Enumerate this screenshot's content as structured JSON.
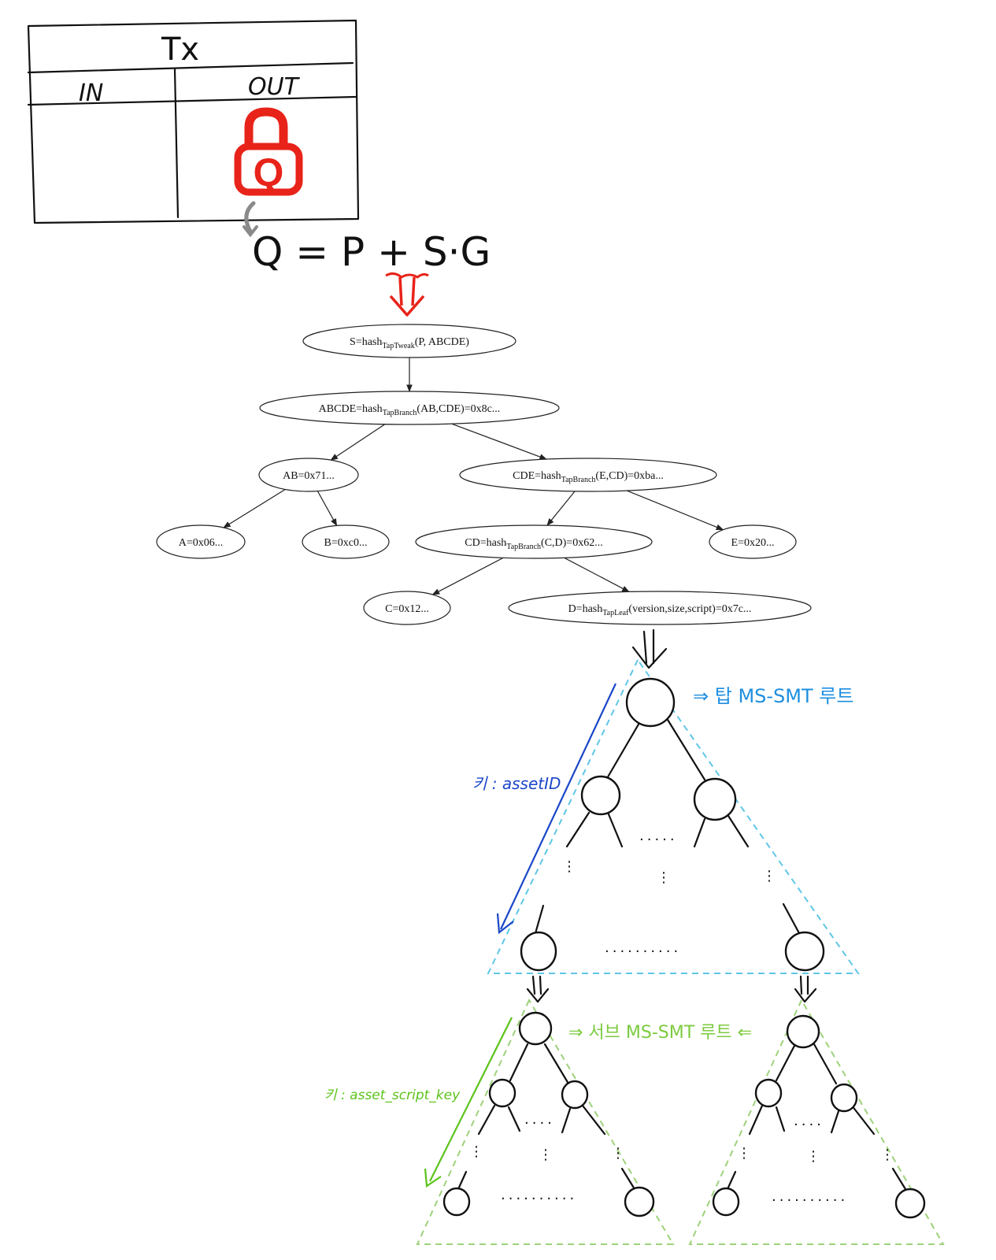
{
  "tx_box": {
    "title": "Tx",
    "col_in": "IN",
    "col_out": "OUT",
    "lock_letter": "Q",
    "lock_color": "#e8231a"
  },
  "equation": {
    "text": "Q = P + S·G"
  },
  "taptree": {
    "nodes": {
      "root": {
        "main": "S=hash",
        "sub": "TapTweak",
        "rest": "(P, ABCDE)"
      },
      "abcde": {
        "main": "ABCDE=hash",
        "sub": "TapBranch",
        "rest": "(AB,CDE)=0x8c..."
      },
      "ab": {
        "main": "AB=0x71...",
        "sub": "",
        "rest": ""
      },
      "cde": {
        "main": "CDE=hash",
        "sub": "TapBranch",
        "rest": "(E,CD)=0xba..."
      },
      "a": {
        "main": "A=0x06...",
        "sub": "",
        "rest": ""
      },
      "b": {
        "main": "B=0xc0...",
        "sub": "",
        "rest": ""
      },
      "cd": {
        "main": "CD=hash",
        "sub": "TapBranch",
        "rest": "(C,D)=0x62..."
      },
      "e": {
        "main": "E=0x20...",
        "sub": "",
        "rest": ""
      },
      "c": {
        "main": "C=0x12...",
        "sub": "",
        "rest": ""
      },
      "d": {
        "main": "D=hash",
        "sub": "TapLeaf",
        "rest": "(version,size,script)=0x7c..."
      }
    }
  },
  "top_smt": {
    "label": "⇒ 탑 MS-SMT 루트",
    "key_label": "키 : assetID",
    "label_color": "#1e8fe0",
    "key_color": "#1a46c8",
    "triangle_color": "#5fc6e8"
  },
  "sub_smt": {
    "label": "⇒ 서브 MS-SMT 루트 ⇐",
    "key_label": "키 : asset_script_key",
    "label_color": "#7ccb3e",
    "key_color": "#5cc31a",
    "triangle_color": "#9ed27a"
  },
  "colors": {
    "red_arrow": "#e8231a",
    "grey_arrow": "#8a8a8a"
  }
}
